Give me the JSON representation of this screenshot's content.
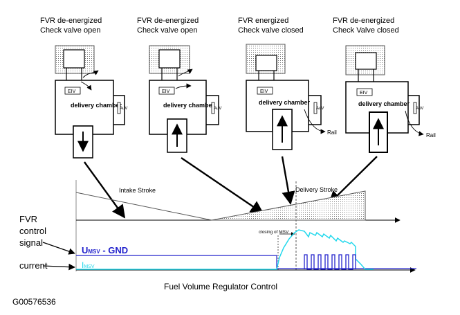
{
  "stages": [
    {
      "state_line1": "FVR de-energized",
      "state_line2": "Check valve open",
      "chamber": "delivery chamber",
      "valve": "EIV",
      "flow": "down"
    },
    {
      "state_line1": "FVR de-energized",
      "state_line2": "Check valve open",
      "chamber": "delivery chamber",
      "valve": "EIV",
      "flow": "up"
    },
    {
      "state_line1": "FVR energized",
      "state_line2": "Check valve closed",
      "chamber": "delivery chamber",
      "valve": "EIV",
      "flow": "up",
      "rail": "Rail"
    },
    {
      "state_line1": "FVR de-energized",
      "state_line2": "Check Valve closed",
      "chamber": "delivery chamber",
      "valve": "EIV",
      "flow": "up",
      "rail": "Rail"
    }
  ],
  "check_valve_label": "AuV",
  "timing": {
    "intake_stroke": "Intake Stroke",
    "delivery_stroke": "Delivery Stroke",
    "closing_marker": "closing of MSV"
  },
  "signals": {
    "control_label_lines": [
      "FVR",
      "control",
      "signal"
    ],
    "current_label": "current",
    "voltage_symbol": "U",
    "voltage_subscript": "MSV",
    "voltage_suffix": " - GND",
    "current_symbol": "I",
    "current_subscript": "MSV",
    "control_color": "#2222cc",
    "current_color": "#22d8ec"
  },
  "caption": "Fuel Volume Regulator Control",
  "figure_id": "G00576536"
}
